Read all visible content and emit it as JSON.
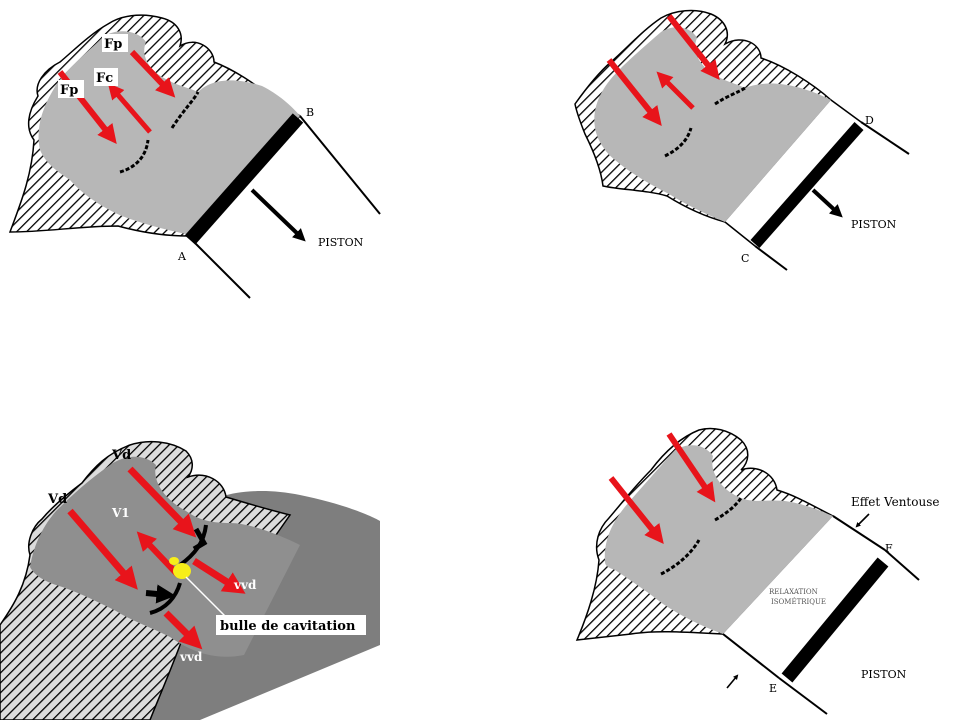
{
  "panels": {
    "p1": {
      "labels": {
        "fp_top": "Fp",
        "fc": "Fc",
        "fp_left": "Fp",
        "point_a": "A",
        "point_b": "B",
        "piston": "PISTON"
      }
    },
    "p2": {
      "labels": {
        "point_c": "C",
        "point_d": "D",
        "piston": "PISTON"
      }
    },
    "p3": {
      "labels": {
        "vd_top": "Vd",
        "vd_left": "Vd",
        "v1": "V1",
        "vvd_right": "vvd",
        "vvd_bottom": "vvd",
        "bubble": "bulle de cavitation"
      }
    },
    "p4": {
      "labels": {
        "effet": "Effet Ventouse",
        "point_e": "E",
        "point_f": "F",
        "relax_1": "RELAXATION",
        "relax_2": "ISOMÉTRIQUE",
        "piston": "PISTON"
      }
    }
  },
  "colors": {
    "arrow_red": "#e8141b",
    "tissue_gray": "#b7b7b7",
    "dark_gray": "#7e7e7e",
    "bubble_yellow": "#f7ee1a",
    "black": "#000000"
  }
}
